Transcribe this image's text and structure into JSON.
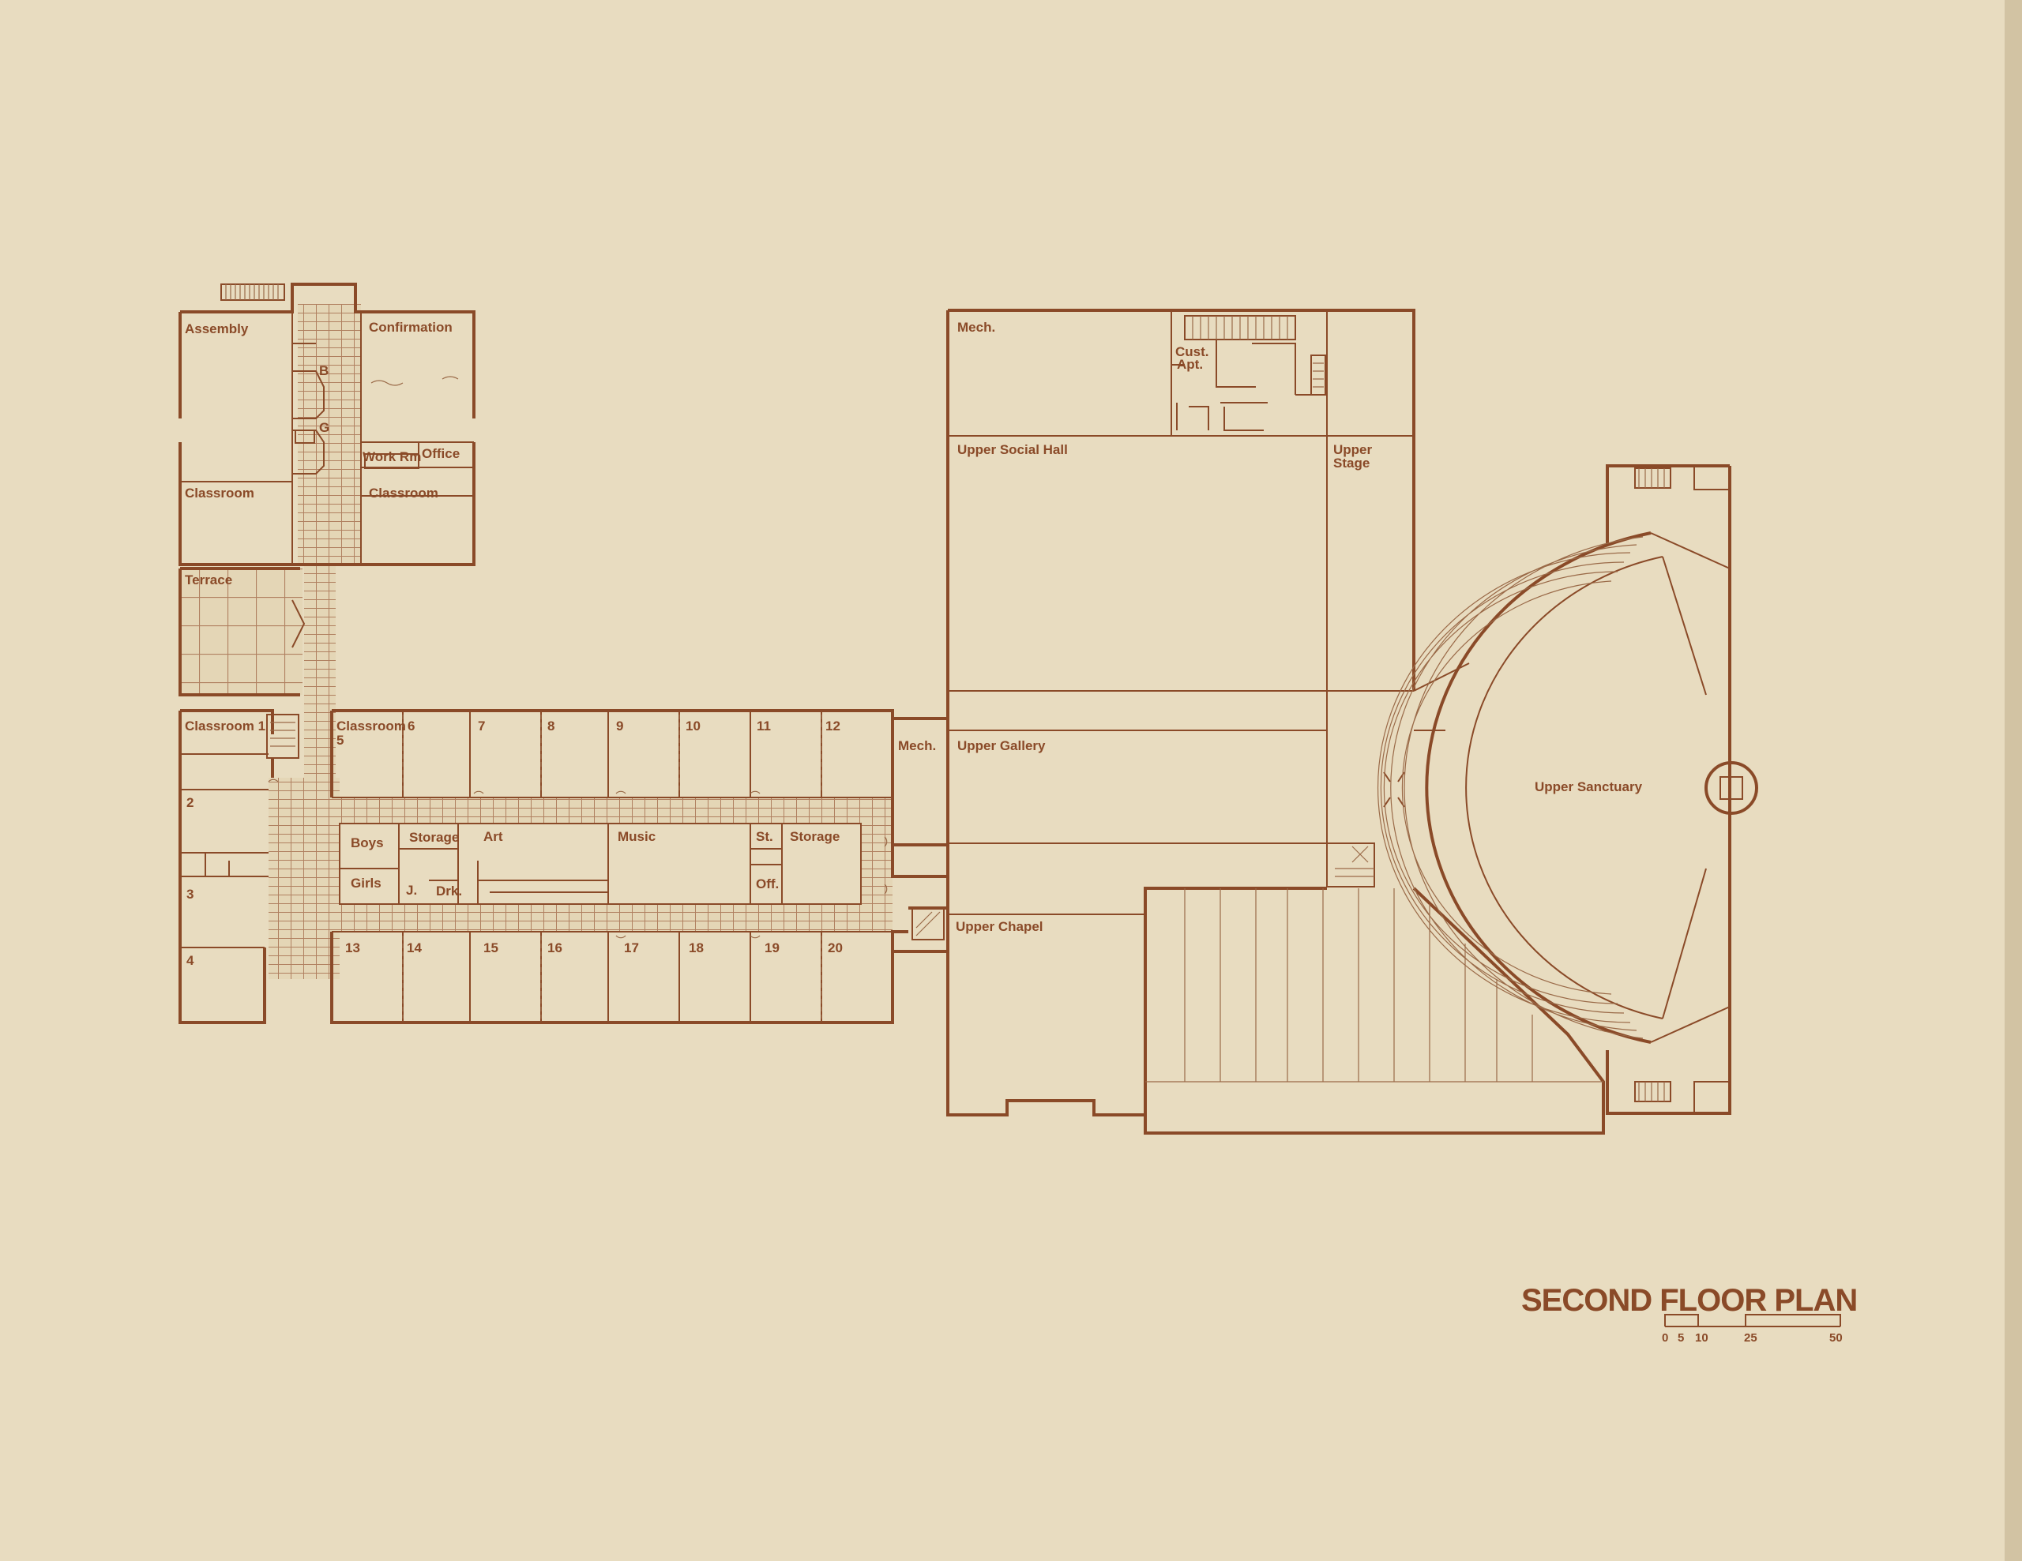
{
  "title": "SECOND FLOOR PLAN",
  "scale": {
    "ticks": [
      "0",
      "5",
      "10",
      "25",
      "50"
    ]
  },
  "colors": {
    "paper": "#e8dcc0",
    "ink": "#8a4a28"
  },
  "rooms": {
    "assembly": "Assembly",
    "confirmation": "Confirmation",
    "b": "B",
    "g": "G",
    "work_rm": "Work Rm",
    "office": "Office",
    "classroom_left": "Classroom",
    "classroom_right": "Classroom",
    "terrace": "Terrace",
    "classroom_1": "Classroom 1",
    "room_2": "2",
    "room_3": "3",
    "room_4": "4",
    "classroom_5a": "Classroom",
    "classroom_5b": "5",
    "room_6": "6",
    "room_7": "7",
    "room_8": "8",
    "room_9": "9",
    "room_10": "10",
    "room_11": "11",
    "room_12": "12",
    "boys": "Boys",
    "girls": "Girls",
    "storage_a": "Storage",
    "art": "Art",
    "music": "Music",
    "st": "St.",
    "storage_b": "Storage",
    "off": "Off.",
    "j": "J.",
    "drk": "Drk.",
    "room_13": "13",
    "room_14": "14",
    "room_15": "15",
    "room_16": "16",
    "room_17": "17",
    "room_18": "18",
    "room_19": "19",
    "room_20": "20",
    "mech_link": "Mech.",
    "mech_top": "Mech.",
    "cust_apt_a": "Cust.",
    "cust_apt_b": "Apt.",
    "upper_social_hall": "Upper Social Hall",
    "upper_stage_a": "Upper",
    "upper_stage_b": "Stage",
    "upper_gallery": "Upper Gallery",
    "upper_chapel": "Upper Chapel",
    "upper_sanctuary": "Upper Sanctuary"
  }
}
